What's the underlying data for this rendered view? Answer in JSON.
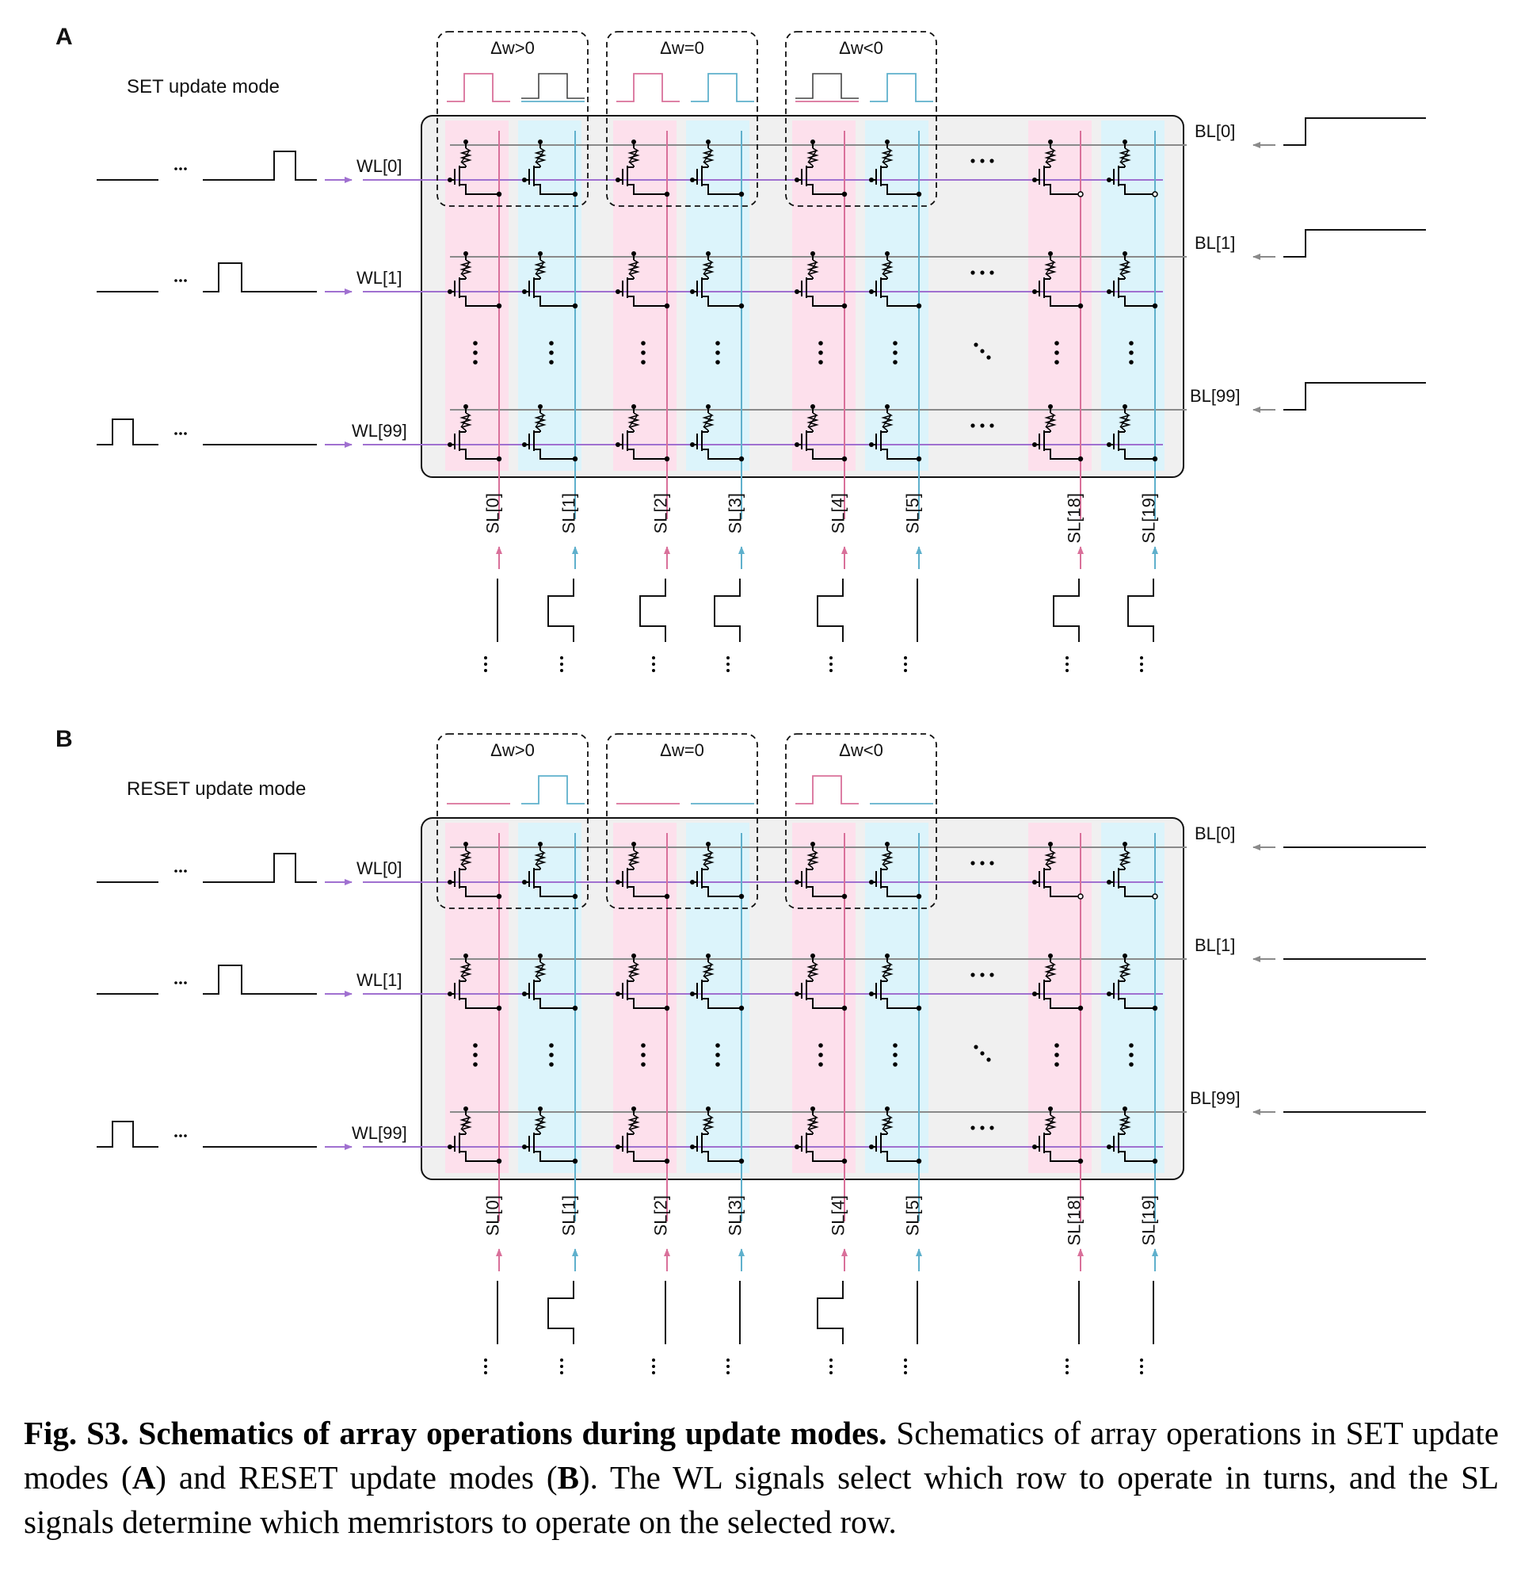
{
  "panels": [
    {
      "letter": "A",
      "mode_label": "SET update mode",
      "groups": [
        {
          "label": "Δw>0",
          "pos": "high",
          "neg": "low"
        },
        {
          "label": "Δw=0",
          "pos": "high",
          "neg": "high"
        },
        {
          "label": "Δw<0",
          "pos": "low",
          "neg": "high"
        }
      ],
      "word_lines": [
        "WL[0]",
        "WL[1]",
        "WL[99]"
      ],
      "bit_lines": [
        "BL[0]",
        "BL[1]",
        "BL[99]"
      ],
      "bit_line_input": "step",
      "source_lines": [
        "SL[0]",
        "SL[1]",
        "SL[2]",
        "SL[3]",
        "SL[4]",
        "SL[5]",
        "SL[18]",
        "SL[19]"
      ],
      "sl_waveforms": [
        "flat",
        "pulse",
        "pulse",
        "pulse",
        "pulse",
        "flat",
        "pulse",
        "pulse"
      ]
    },
    {
      "letter": "B",
      "mode_label": "RESET update mode",
      "groups": [
        {
          "label": "Δw>0",
          "pos": "flat",
          "neg": "high"
        },
        {
          "label": "Δw=0",
          "pos": "flat",
          "neg": "flat"
        },
        {
          "label": "Δw<0",
          "pos": "high",
          "neg": "flat"
        }
      ],
      "word_lines": [
        "WL[0]",
        "WL[1]",
        "WL[99]"
      ],
      "bit_lines": [
        "BL[0]",
        "BL[1]",
        "BL[99]"
      ],
      "bit_line_input": "flat",
      "source_lines": [
        "SL[0]",
        "SL[1]",
        "SL[2]",
        "SL[3]",
        "SL[4]",
        "SL[5]",
        "SL[18]",
        "SL[19]"
      ],
      "sl_waveforms": [
        "flat",
        "pulse",
        "flat",
        "flat",
        "pulse",
        "flat",
        "flat",
        "flat"
      ]
    }
  ],
  "caption": {
    "title": "Fig. S3. Schematics of array operations during update modes.",
    "text_1": " Schematics of array operations in SET update modes (",
    "a": "A",
    "text_2": ") and RESET update modes (",
    "b": "B",
    "text_3": "). The WL signals select which row to operate in turns, and the SL signals determine which memristors to operate on the selected row."
  },
  "colors": {
    "positive": "#d9709a",
    "negative": "#5fb0cc",
    "word_line": "#a070d0",
    "bit_line": "#8a8a8a",
    "array_bg": "#f0f0f0",
    "pos_column_bg": "#fde0ec",
    "neg_column_bg": "#dcf4fb"
  }
}
